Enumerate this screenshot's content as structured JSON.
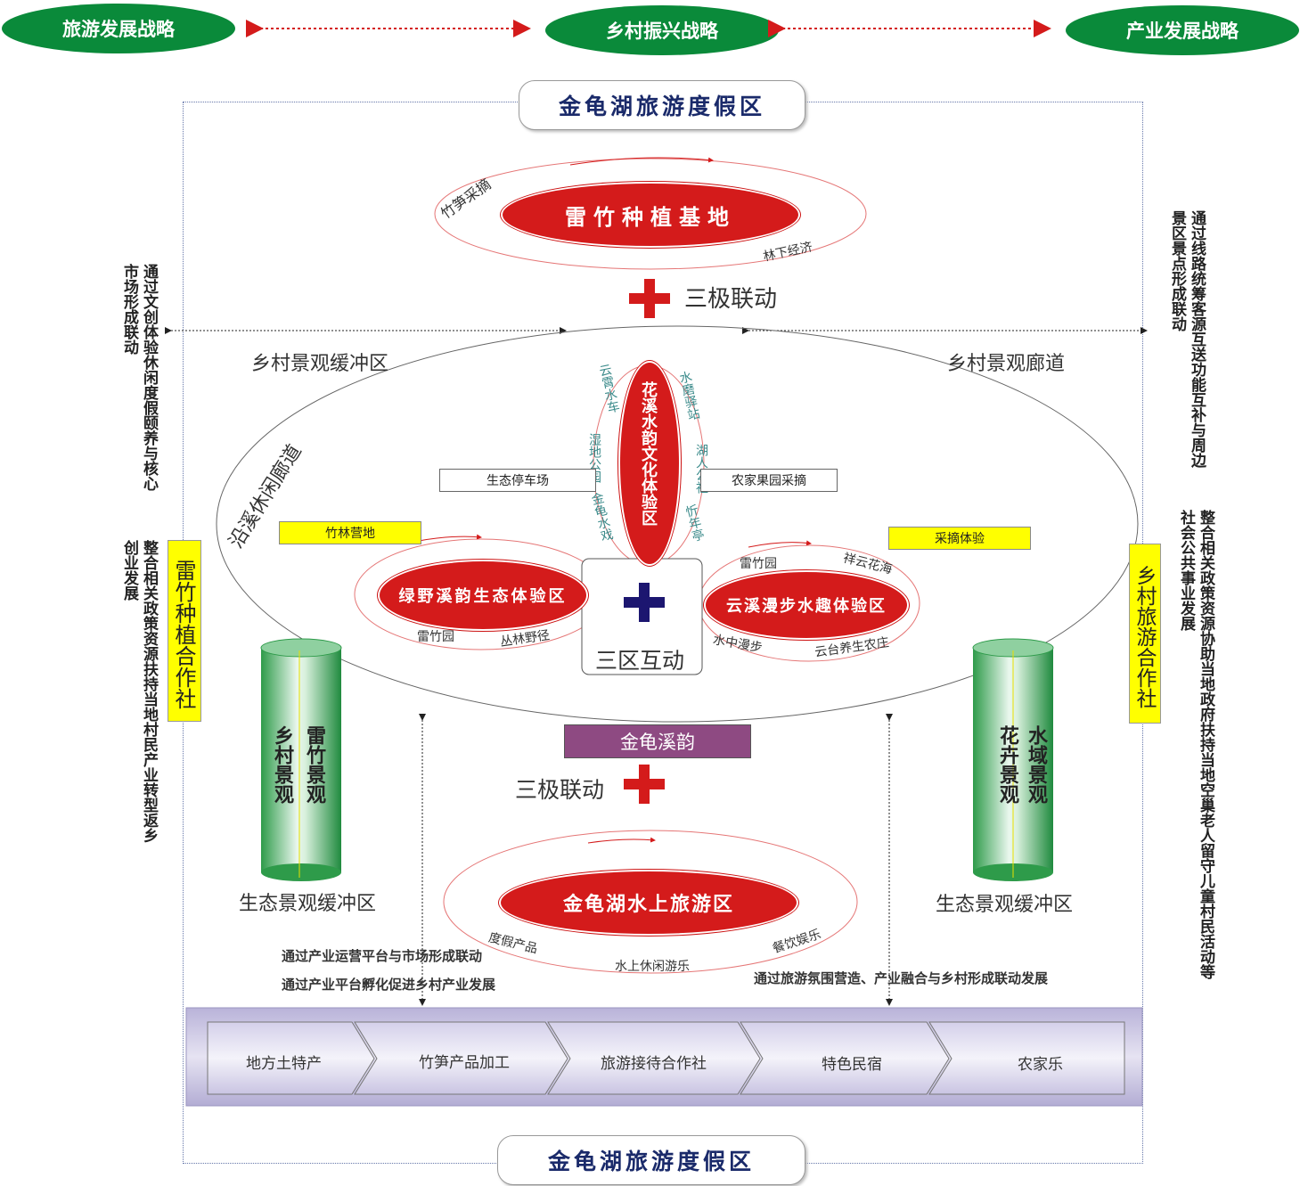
{
  "strategies": {
    "left": "旅游发展战略",
    "center": "乡村振兴战略",
    "right": "产业发展战略"
  },
  "resort_title_top": "金龟湖旅游度假区",
  "resort_title_bottom": "金龟湖旅游度假区",
  "bamboo_base": {
    "title": "雷竹种植基地",
    "tag_left": "竹笋采摘",
    "tag_right": "林下经济"
  },
  "linkage_top": "三极联动",
  "linkage_bottom": "三极联动",
  "left_note_top": "通过文创体验休闲度假颐养与核心市场形成联动",
  "right_note_top": "通过线路统筹客源互送功能互补与周边景区景点形成联动",
  "left_note_bottom": "整合相关政策资源扶持当地村民产业转型返乡创业发展",
  "right_note_bottom": "整合相关政策资源协助当地政府扶持当地空巢老人留守儿童村民活动等社会公共事业发展",
  "buffer_left": "乡村景观缓冲区",
  "corridor_right": "乡村景观廊道",
  "stream_corridor": "沿溪休闲廊道",
  "culture_zone": {
    "title": "花溪水韵文化体验区",
    "tags_left": [
      "云霄水车",
      "湿地公园",
      "金龟水戏"
    ],
    "tags_right": [
      "水磨驿站",
      "湖人公社",
      "忻年亭"
    ]
  },
  "boxes": {
    "parking": "生态停车场",
    "orchard": "农家果园采摘",
    "bamboo_camp": "竹林营地",
    "picking": "采摘体验"
  },
  "green_zone": {
    "title": "绿野溪韵生态体验区",
    "tag_left": "雷竹园",
    "tag_right": "丛林野径"
  },
  "cloud_zone": {
    "title": "云溪漫步水趣体验区",
    "tag_tl": "雷竹园",
    "tag_tr": "祥云花海",
    "tag_bl": "水中漫步",
    "tag_br": "云台养生农庄"
  },
  "three_zone": "三区互动",
  "coop_left": "雷竹种植合作社",
  "coop_right": "乡村旅游合作社",
  "pillar_left": {
    "col1": "雷竹景观",
    "col2": "乡村景观"
  },
  "pillar_right": {
    "col1": "水域景观",
    "col2": "花卉景观"
  },
  "eco_buffer_left": "生态景观缓冲区",
  "eco_buffer_right": "生态景观缓冲区",
  "jingui": "金龟溪韵",
  "water_zone": {
    "title": "金龟湖水上旅游区",
    "tag_left": "度假产品",
    "tag_right": "餐饮娱乐",
    "tag_bottom": "水上休闲游乐"
  },
  "notes_bottom": {
    "left1": "通过产业运营平台与市场形成联动",
    "left2": "通过产业平台孵化促进乡村产业发展",
    "right1": "通过旅游氛围营造、产业融合与乡村形成联动发展"
  },
  "chain": [
    "地方土特产",
    "竹笋产品加工",
    "旅游接待合作社",
    "特色民宿",
    "农家乐"
  ],
  "colors": {
    "green": "#0a8a3a",
    "red": "#d41b1b",
    "purple": "#8e4a82",
    "chain": "#c8c4de",
    "navy": "#1a2a6a",
    "yellow": "#ffff00"
  }
}
